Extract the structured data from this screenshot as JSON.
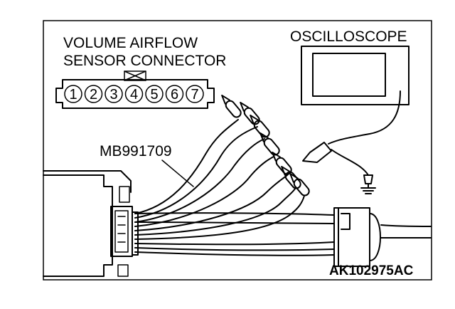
{
  "labels": {
    "connector_line1": "VOLUME AIRFLOW",
    "connector_line2": "SENSOR CONNECTOR",
    "oscilloscope": "OSCILLOSCOPE",
    "tool": "MB991709",
    "figure_code": "AK102975AC"
  },
  "connector_pins": [
    "1",
    "2",
    "3",
    "4",
    "5",
    "6",
    "7"
  ]
}
